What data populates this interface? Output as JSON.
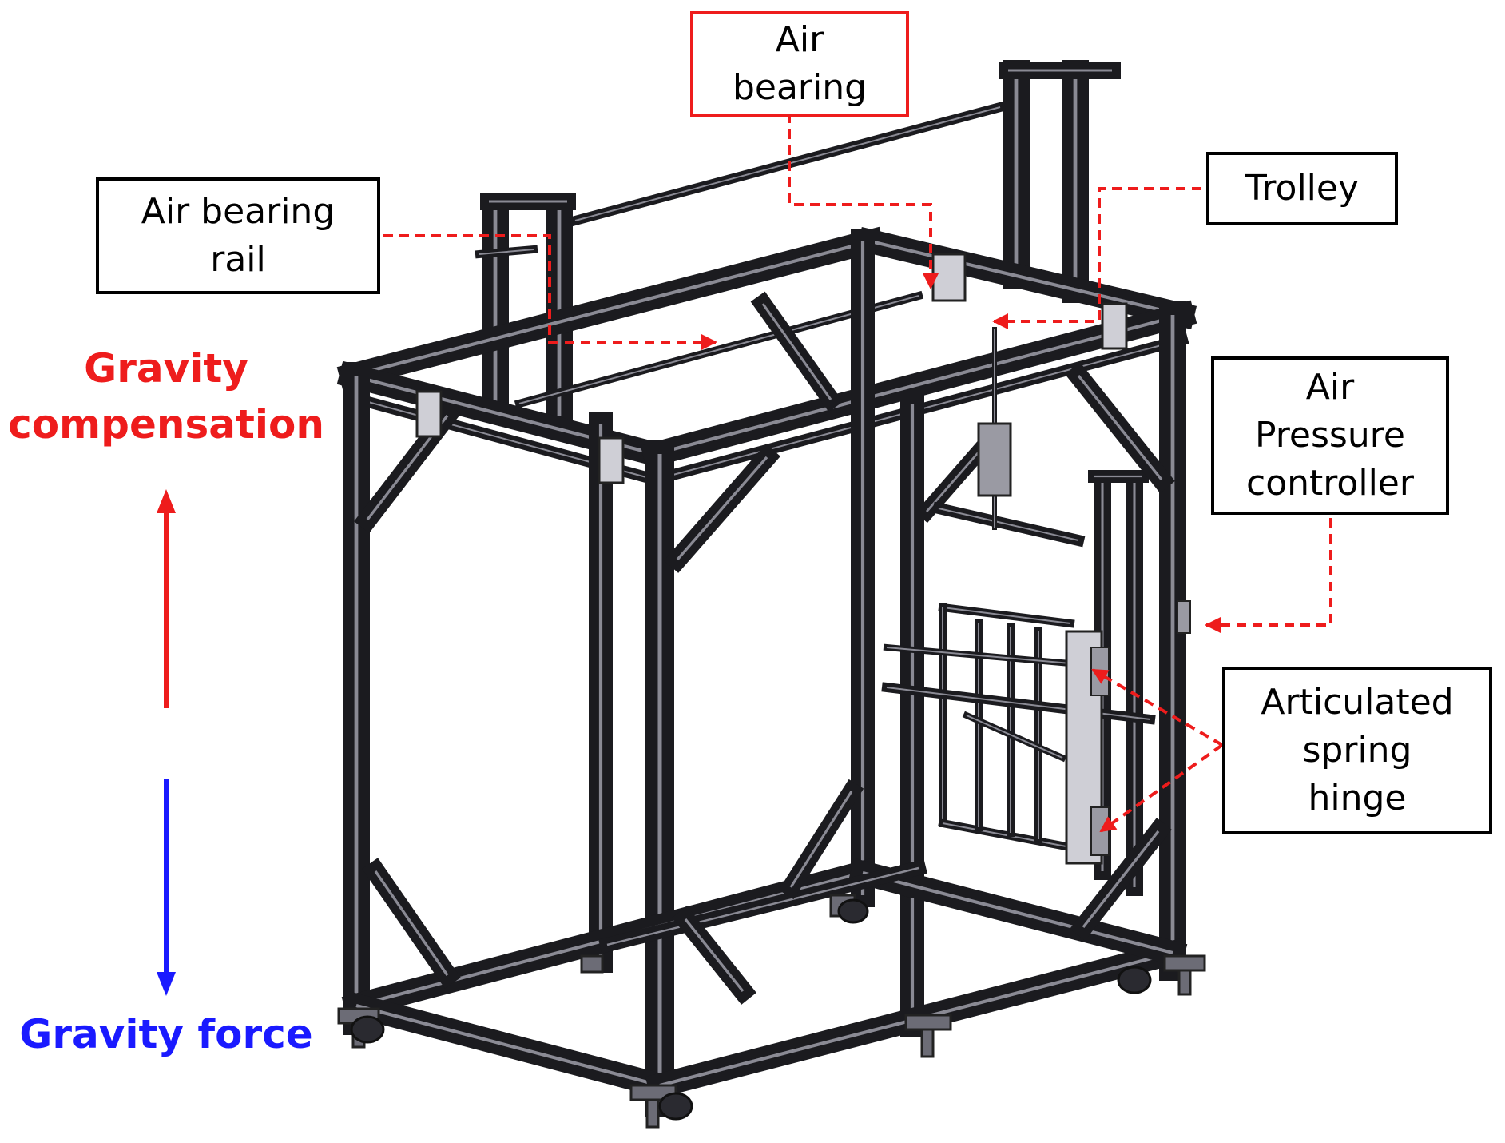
{
  "colors": {
    "frame": "#1b1b1f",
    "frame_edge": "#8a8a94",
    "leader": "#ee1c1c",
    "up_arrow": "#ee1c1c",
    "down_arrow": "#1a1aff",
    "box_border": "#000000",
    "highlight_border": "#ee1c1c"
  },
  "labels": {
    "air_bearing": [
      "Air",
      "bearing"
    ],
    "air_bearing_rail": [
      "Air bearing",
      "rail"
    ],
    "trolley": [
      "Trolley"
    ],
    "air_pressure_controller": [
      "Air",
      "Pressure",
      "controller"
    ],
    "articulated_spring_hinge": [
      "Articulated",
      "spring",
      "hinge"
    ]
  },
  "side": {
    "gravity_compensation": [
      "Gravity",
      "compensation"
    ],
    "gravity_force": "Gravity force"
  }
}
